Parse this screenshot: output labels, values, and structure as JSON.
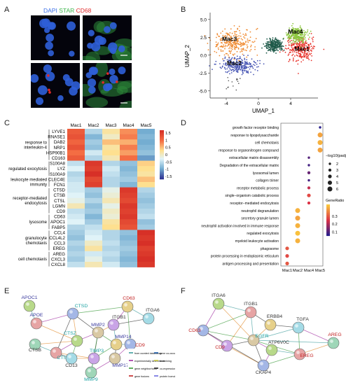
{
  "panels": {
    "A": "A",
    "B": "B",
    "C": "C",
    "D": "D",
    "E": "E",
    "F": "F"
  },
  "panelA": {
    "dapi": "DAPI",
    "star": "STAR",
    "cd68": "CD68"
  },
  "panelB": {
    "xlabel": "UMAP_1",
    "ylabel": "UMAP_2",
    "xticks": [
      "-4",
      "0",
      "4"
    ],
    "yticks": [
      "5.0",
      "2.5",
      "0.0",
      "-2.5",
      "-5.0"
    ],
    "clusters": [
      {
        "name": "Mac1",
        "color": "#e8322a"
      },
      {
        "name": "Mac2",
        "color": "#4a58b5"
      },
      {
        "name": "Mac3",
        "color": "#f08a30"
      },
      {
        "name": "Mac4",
        "color": "#8cc63f"
      },
      {
        "name": "Mac5",
        "color": "#1f5a4a"
      }
    ]
  },
  "chart_data": {
    "type": "heatmap",
    "columns": [
      "Mac1",
      "Mac2",
      "Mac3",
      "Mac4",
      "Mac5"
    ],
    "rows": [
      "LYVE1",
      "RNASE1",
      "DAB2",
      "NRP1",
      "HSP90B1",
      "CD163",
      "S100A8",
      "LYZ",
      "S100A9",
      "CLEC4E",
      "FCN1",
      "CTSD",
      "CTSB",
      "CTSL",
      "LGMN",
      "CD9",
      "CD63",
      "APOC1",
      "FABP5",
      "CCL4",
      "CCL4L2",
      "CCL3",
      "EREG",
      "AREG",
      "CXCL3",
      "CXCL8"
    ],
    "values": [
      [
        1.2,
        -0.6,
        0.2,
        0.8,
        -1.0
      ],
      [
        1.3,
        -0.9,
        0.0,
        0.9,
        -0.9
      ],
      [
        1.1,
        -0.7,
        0.5,
        0.6,
        -1.0
      ],
      [
        1.3,
        -0.8,
        0.2,
        0.9,
        -0.9
      ],
      [
        1.0,
        -0.4,
        0.3,
        0.7,
        -0.8
      ],
      [
        1.2,
        -0.6,
        0.1,
        1.0,
        -1.1
      ],
      [
        -0.5,
        1.6,
        -0.6,
        -0.8,
        0.4
      ],
      [
        -0.3,
        1.5,
        -0.4,
        -0.9,
        0.3
      ],
      [
        -0.6,
        1.7,
        -0.5,
        -0.8,
        0.2
      ],
      [
        -0.5,
        1.4,
        -0.6,
        -0.7,
        0.5
      ],
      [
        -0.4,
        1.5,
        -0.6,
        -0.9,
        0.3
      ],
      [
        -0.4,
        -0.7,
        -0.2,
        1.6,
        -0.6
      ],
      [
        -0.3,
        -0.8,
        -0.1,
        1.5,
        -0.7
      ],
      [
        -0.2,
        -0.6,
        0.1,
        1.4,
        -0.8
      ],
      [
        0.1,
        -0.8,
        -0.2,
        1.6,
        -0.7
      ],
      [
        -0.5,
        -0.7,
        0.0,
        1.5,
        -0.6
      ],
      [
        -0.4,
        -0.9,
        -0.1,
        1.6,
        -0.5
      ],
      [
        -0.3,
        -0.7,
        0.2,
        1.4,
        -0.8
      ],
      [
        -0.6,
        -0.5,
        0.3,
        1.3,
        -0.7
      ],
      [
        -0.7,
        -0.4,
        -0.6,
        -0.8,
        1.7
      ],
      [
        -0.8,
        -0.3,
        -0.6,
        -0.9,
        1.6
      ],
      [
        -0.6,
        0.0,
        -0.5,
        -0.8,
        1.7
      ],
      [
        -0.7,
        0.2,
        -0.6,
        -0.7,
        1.5
      ],
      [
        -0.6,
        -0.4,
        -0.5,
        -0.8,
        1.6
      ],
      [
        -0.7,
        -0.2,
        -0.6,
        -0.9,
        1.7
      ],
      [
        -0.5,
        0.1,
        -0.4,
        -0.8,
        1.6
      ]
    ],
    "legend_ticks": [
      "1.5",
      "1",
      "0.5",
      "0",
      "-0.5",
      "-1",
      "-1.5"
    ],
    "groups": [
      {
        "label": [
          "response to",
          "interleukin-4"
        ]
      },
      {
        "label": [
          "regulated exocytosis"
        ]
      },
      {
        "label": [
          "leukocyte mediated",
          "immunity"
        ]
      },
      {
        "label": [
          "receptor-mediated",
          "endocytosis"
        ]
      },
      {
        "label": [
          "lysosome"
        ]
      },
      {
        "label": [
          "granulocyte",
          "chemotaxis"
        ]
      },
      {
        "label": [
          "cell chemotaxis"
        ]
      }
    ]
  },
  "panelD": {
    "terms": [
      "growth factor receptor binding",
      "response to lipopolysaccharide",
      "cell chemotaxis",
      "response to organonitrogen compound",
      "extracellular matrix disassembly",
      "Degradation of the extracellular matrix",
      "lysosomal lumen",
      "collagen trimer",
      "receptor metabolic process",
      "single−organism catabolic process",
      "receptor−mediated endocytosis",
      "neutrophil degranulation",
      "secretory granule lumen",
      "neutrophil activation involved in immune response",
      "regulated exocytosis",
      "myeloid leukocyte activation",
      "phagosome",
      "protein processing in endoplasmic reticulum",
      "antigen processing and presentation"
    ],
    "xcats": [
      "Mac1",
      "Mac2",
      "Mac4",
      "Mac5"
    ],
    "dots": [
      {
        "term": 0,
        "x": 3,
        "size": 2,
        "ratio": 0.05
      },
      {
        "term": 1,
        "x": 3,
        "size": 6,
        "ratio": 0.4
      },
      {
        "term": 2,
        "x": 3,
        "size": 6,
        "ratio": 0.42
      },
      {
        "term": 3,
        "x": 3,
        "size": 6,
        "ratio": 0.4
      },
      {
        "term": 4,
        "x": 2,
        "size": 2,
        "ratio": 0.1
      },
      {
        "term": 5,
        "x": 2,
        "size": 2,
        "ratio": 0.08
      },
      {
        "term": 6,
        "x": 2,
        "size": 3,
        "ratio": 0.12
      },
      {
        "term": 7,
        "x": 2,
        "size": 2,
        "ratio": 0.08
      },
      {
        "term": 8,
        "x": 2,
        "size": 3,
        "ratio": 0.22
      },
      {
        "term": 9,
        "x": 2,
        "size": 4,
        "ratio": 0.28
      },
      {
        "term": 10,
        "x": 2,
        "size": 3,
        "ratio": 0.25
      },
      {
        "term": 11,
        "x": 1,
        "size": 6,
        "ratio": 0.42
      },
      {
        "term": 12,
        "x": 1,
        "size": 6,
        "ratio": 0.4
      },
      {
        "term": 13,
        "x": 1,
        "size": 6,
        "ratio": 0.42
      },
      {
        "term": 14,
        "x": 1,
        "size": 6,
        "ratio": 0.44
      },
      {
        "term": 15,
        "x": 1,
        "size": 6,
        "ratio": 0.42
      },
      {
        "term": 16,
        "x": 0,
        "size": 4,
        "ratio": 0.3
      },
      {
        "term": 17,
        "x": 0,
        "size": 4,
        "ratio": 0.28
      },
      {
        "term": 18,
        "x": 0,
        "size": 4,
        "ratio": 0.3
      }
    ],
    "size_legend_title": "−log10(padj)",
    "size_legend": [
      "2",
      "3",
      "4",
      "5",
      "6"
    ],
    "ratio_legend_title": "GeneRatio",
    "ratio_legend": [
      "0.3",
      "0.2",
      "0.1"
    ]
  },
  "panelE": {
    "nodes": [
      {
        "label": "APOC1",
        "color": "#3b3b9e"
      },
      {
        "label": "APOE",
        "color": "#3b3b9e"
      },
      {
        "label": "CTSD",
        "color": "#1aa1a1"
      },
      {
        "label": "CD63",
        "color": "#c22121"
      },
      {
        "label": "ITGA6",
        "color": "#333333"
      },
      {
        "label": "ITGB1",
        "color": "#333333"
      },
      {
        "label": "MMP2",
        "color": "#3b3b9e"
      },
      {
        "label": "CTSB",
        "color": "#333333"
      },
      {
        "label": "CTSZ",
        "color": "#1aa1a1"
      },
      {
        "label": "CTSL",
        "color": "#1aa1a1"
      },
      {
        "label": "CD9",
        "color": "#c22121"
      },
      {
        "label": "MMP14",
        "color": "#3b3b9e"
      },
      {
        "label": "CD13",
        "color": "#333333"
      },
      {
        "label": "TIMP3",
        "color": "#1aa1a1"
      },
      {
        "label": "MMP17",
        "color": "#3b3b9e"
      },
      {
        "label": "MMP9",
        "color": "#1aa1a1"
      }
    ],
    "legend": [
      "from curated databases",
      "experimentally determined",
      "gene neighborhood",
      "gene fusions",
      "gene co-occurrence",
      "textmining",
      "co-expression",
      "protein homology"
    ]
  },
  "panelF": {
    "nodes": [
      {
        "label": "ITGA6",
        "color": "#333333"
      },
      {
        "label": "ITGB1",
        "color": "#333333"
      },
      {
        "label": "CD63",
        "color": "#c22121"
      },
      {
        "label": "ERBB4",
        "color": "#333333"
      },
      {
        "label": "TGFA",
        "color": "#333333"
      },
      {
        "label": "CD9",
        "color": "#c22121"
      },
      {
        "label": "EGFR",
        "color": "#1aa1a1"
      },
      {
        "label": "AREG",
        "color": "#c22121"
      },
      {
        "label": "ATP6V0C",
        "color": "#333333"
      },
      {
        "label": "EREG",
        "color": "#c22121"
      },
      {
        "label": "CKAP4",
        "color": "#333333"
      }
    ]
  }
}
